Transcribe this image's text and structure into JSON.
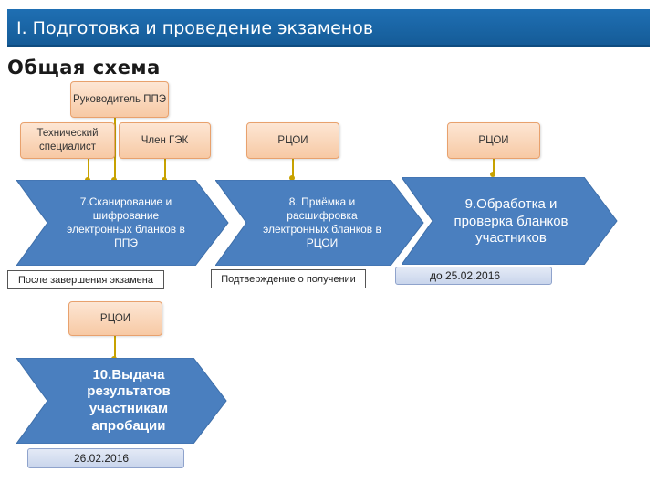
{
  "header": {
    "title": "I. Подготовка и проведение экзаменов"
  },
  "subtitle": "Общая схема",
  "roles": {
    "head_ppe": "Руководитель ППЭ",
    "tech_specialist": "Технический специалист",
    "gek_member": "Член ГЭК",
    "rcoi_1": "РЦОИ",
    "rcoi_2": "РЦОИ",
    "rcoi_3": "РЦОИ"
  },
  "steps": [
    {
      "text": "7.Сканирование и шифрование электронных бланков в ППЭ",
      "note": "После завершения экзамена"
    },
    {
      "text": "8. Приёмка и расшифровка электронных бланков в РЦОИ",
      "note": "Подтверждение о получении"
    },
    {
      "text": "9.Обработка и проверка бланков участников",
      "note": "до 25.02.2016"
    },
    {
      "text": "10.Выдача результатов участникам апробации",
      "note": "26.02.2016"
    }
  ],
  "colors": {
    "header": "#1f6fb3",
    "ribbon": "#4a7fbf",
    "role_box": "#f7c9a4",
    "connector": "#c8a200"
  }
}
